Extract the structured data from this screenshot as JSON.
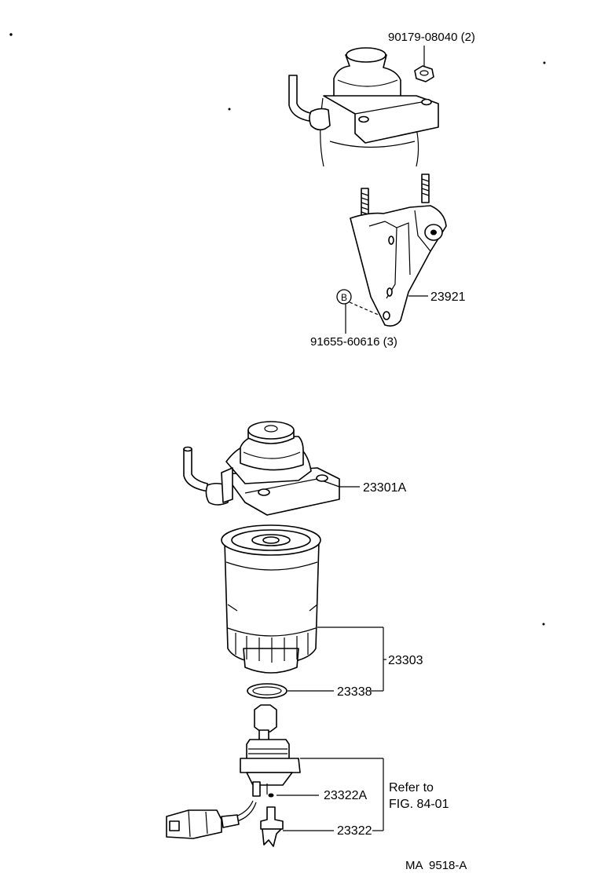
{
  "labels": {
    "nut": "90179-08040 (2)",
    "bracket": "23921",
    "bolt_mark": "B",
    "bolt": "91655-60616 (3)",
    "filter_head": "23301A",
    "filter_element": "23303",
    "o_ring": "23338",
    "plug_small": "23322A",
    "plug": "23322",
    "refer_line1": "Refer to",
    "refer_line2": "FIG. 84-01",
    "figure_code": "MA  9518-A"
  }
}
